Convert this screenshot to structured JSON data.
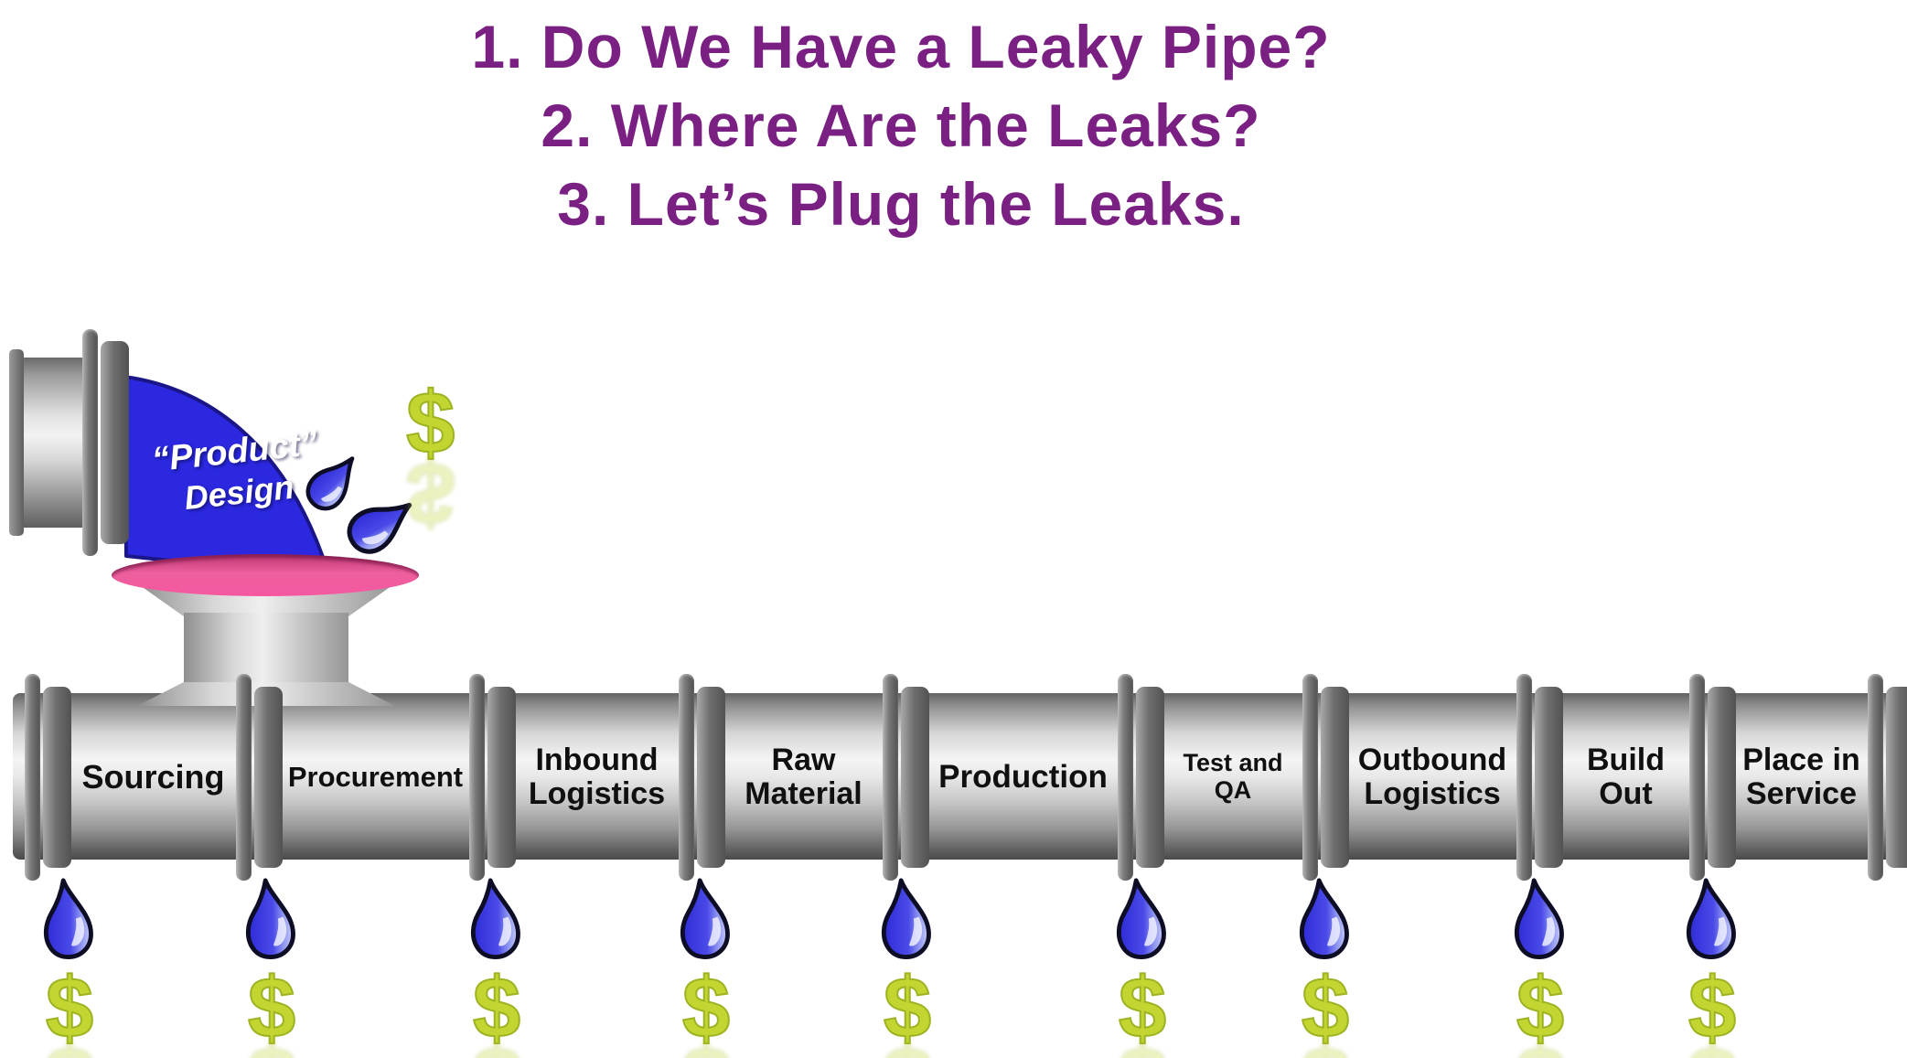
{
  "title": {
    "lines": [
      "1. Do We Have a Leaky Pipe?",
      "2. Where Are the Leaks?",
      "3. Let’s Plug the Leaks."
    ]
  },
  "source_pipe": {
    "line1": "“Product”",
    "line2": "Design"
  },
  "pipeline": {
    "segments": [
      {
        "label": "Sourcing"
      },
      {
        "label": "Procurement"
      },
      {
        "label": "Inbound Logistics"
      },
      {
        "label": "Raw Material"
      },
      {
        "label": "Production"
      },
      {
        "label": "Test and QA"
      },
      {
        "label": "Outbound Logistics"
      },
      {
        "label": "Build Out"
      },
      {
        "label": "Place in Service"
      }
    ]
  },
  "leak": {
    "dollar_symbol": "$",
    "count": 9
  },
  "colors": {
    "title_purple": "#7a2083",
    "elbow_blue": "#2b28e0",
    "rim_pink": "#f0509a",
    "dollar_green": "#c3d531",
    "drop_blue": "#3c39e8",
    "pipe_gray": "#c4c4c4"
  }
}
